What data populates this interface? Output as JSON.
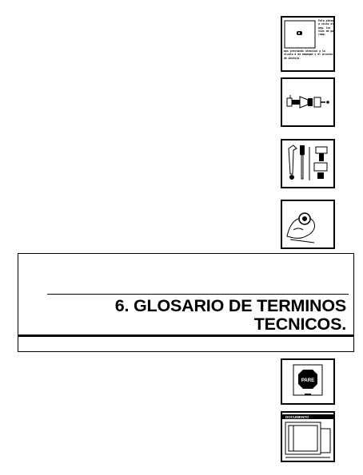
{
  "page": {
    "section_title_line1": "6. GLOSARIO DE TERMINOS",
    "section_title_line2": "TECNICOS."
  },
  "thumbnails": {
    "t1_side_text": "Pala pieza a vista el pag. los tips de ga ramp.",
    "t1_foot_text": "mas prestando atencion a la vlvula a de empaque y el proceso de montaje.",
    "t5_sign": "PARE",
    "t6_header": "DOCUMENTO"
  },
  "colors": {
    "ink": "#000000",
    "paper": "#ffffff"
  }
}
